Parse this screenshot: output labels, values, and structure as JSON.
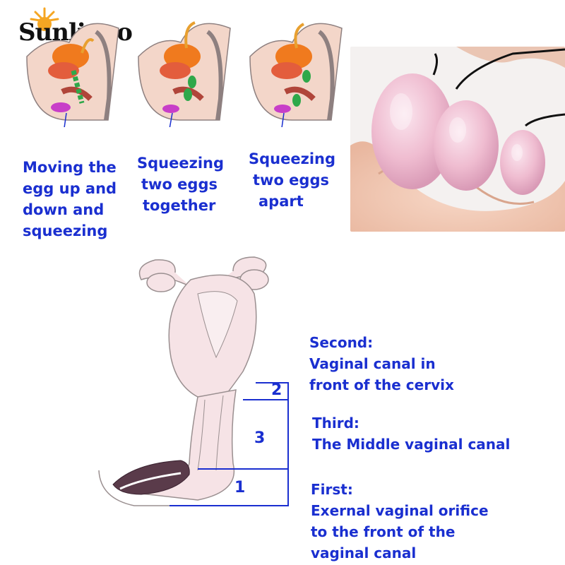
{
  "brand": {
    "name": "Sunligoo",
    "sun_color": "#f5a623"
  },
  "steps": [
    {
      "caption": "Moving the egg up and down and squeezing",
      "lines": [
        "Moving the",
        "egg up and",
        "down and",
        "squeezing"
      ]
    },
    {
      "caption": "Squeezing two eggs together",
      "lines": [
        "Squeezing",
        "two eggs",
        "together"
      ]
    },
    {
      "caption": "Squeezing two eggs apart",
      "lines": [
        "Squeezing",
        "two eggs",
        "apart"
      ]
    }
  ],
  "sections": [
    {
      "number": "2",
      "heading": "Second:",
      "lines": [
        "Vaginal canal in",
        "front of the cervix"
      ]
    },
    {
      "number": "3",
      "heading": "Third:",
      "lines": [
        "The Middle vaginal canal"
      ]
    },
    {
      "number": "1",
      "heading": "First:",
      "lines": [
        "Exernal vaginal orifice",
        "to the front of the",
        "vaginal canal"
      ]
    }
  ],
  "colors": {
    "label_blue": "#1a2fd0",
    "organ_pink": "#f4d9e0",
    "outline": "#9a8f90",
    "uterus_orange": "#f07a1e",
    "egg_green": "#2fa84a",
    "dark_tissue": "#5a3b4a"
  }
}
